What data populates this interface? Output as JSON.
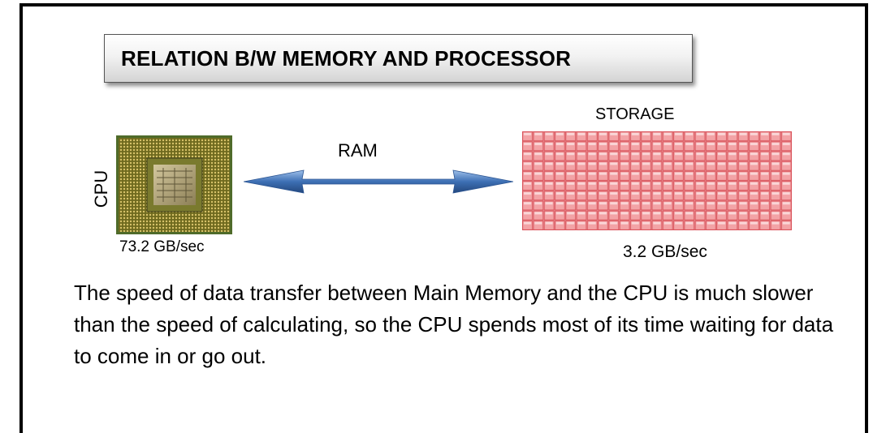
{
  "title": "RELATION B/W MEMORY AND PROCESSOR",
  "cpu": {
    "label": "CPU",
    "speed": "73.2 GB/sec"
  },
  "ram": {
    "label": "RAM"
  },
  "storage": {
    "label": "STORAGE",
    "speed": "3.2 GB/sec"
  },
  "description": "The speed of data transfer between Main Memory and the CPU is much slower than the speed of calculating, so the CPU spends most of its time waiting for data to come in or go out.",
  "colors": {
    "arrow": "#3d6fb4",
    "storage_fill": "#f3a3a6",
    "storage_line": "#d9535b",
    "chip_board": "#8f8a2c",
    "chip_core": "#b8a97a"
  }
}
